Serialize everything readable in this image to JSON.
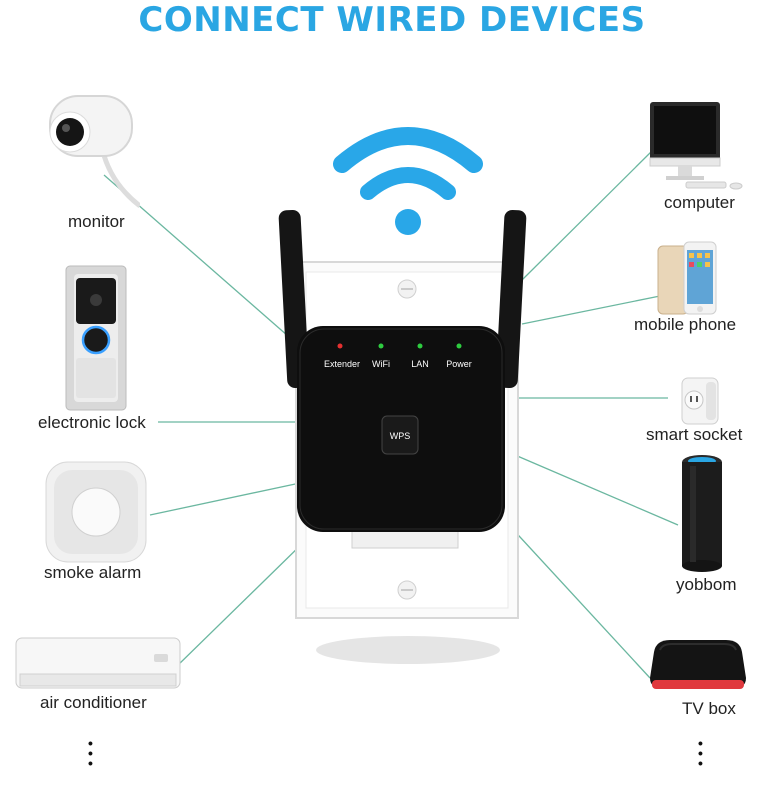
{
  "title": "CONNECT WIRED DEVICES",
  "devices_left": [
    {
      "label": "monitor",
      "icon": "security-camera-icon"
    },
    {
      "label": "electronic lock",
      "icon": "video-doorbell-icon"
    },
    {
      "label": "smoke alarm",
      "icon": "smoke-alarm-icon"
    },
    {
      "label": "air conditioner",
      "icon": "air-conditioner-icon"
    }
  ],
  "devices_right": [
    {
      "label": "computer",
      "icon": "computer-icon"
    },
    {
      "label": "mobile phone",
      "icon": "mobile-phone-icon"
    },
    {
      "label": "smart socket",
      "icon": "smart-socket-icon"
    },
    {
      "label": "yobbom",
      "icon": "smart-speaker-icon"
    },
    {
      "label": "TV box",
      "icon": "tv-box-icon"
    }
  ],
  "extender": {
    "indicators": [
      "Extender",
      "WiFi",
      "LAN",
      "Power"
    ],
    "wps_label": "WPS"
  },
  "more_indicator": "⋮",
  "colors": {
    "title": "#2aa6e3",
    "wifi": "#29a7e8",
    "lines": "#4fb39a",
    "device": "#111111"
  }
}
